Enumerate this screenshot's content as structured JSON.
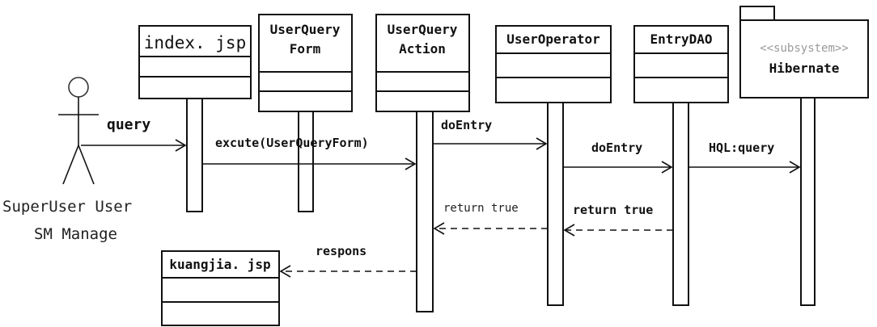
{
  "actor": {
    "name_line1": "SuperUser User",
    "name_line2": "SM Manage"
  },
  "objects": {
    "index": {
      "name": "index. jsp"
    },
    "form": {
      "line1": "UserQuery",
      "line2": "Form"
    },
    "action": {
      "line1": "UserQuery",
      "line2": "Action"
    },
    "operator": {
      "name": "UserOperator"
    },
    "dao": {
      "name": "EntryDAO"
    },
    "hibernate": {
      "stereotype": "<<subsystem>>",
      "name": "Hibernate"
    },
    "kuangjia": {
      "name": "kuangjia. jsp"
    }
  },
  "messages": {
    "query": "query",
    "excute": "excute(UserQueryForm)",
    "do_entry_1": "doEntry",
    "do_entry_2": "doEntry",
    "hql_query": "HQL:query",
    "return_true_1": "return true",
    "return_true_2": "return true",
    "respons": "respons"
  }
}
